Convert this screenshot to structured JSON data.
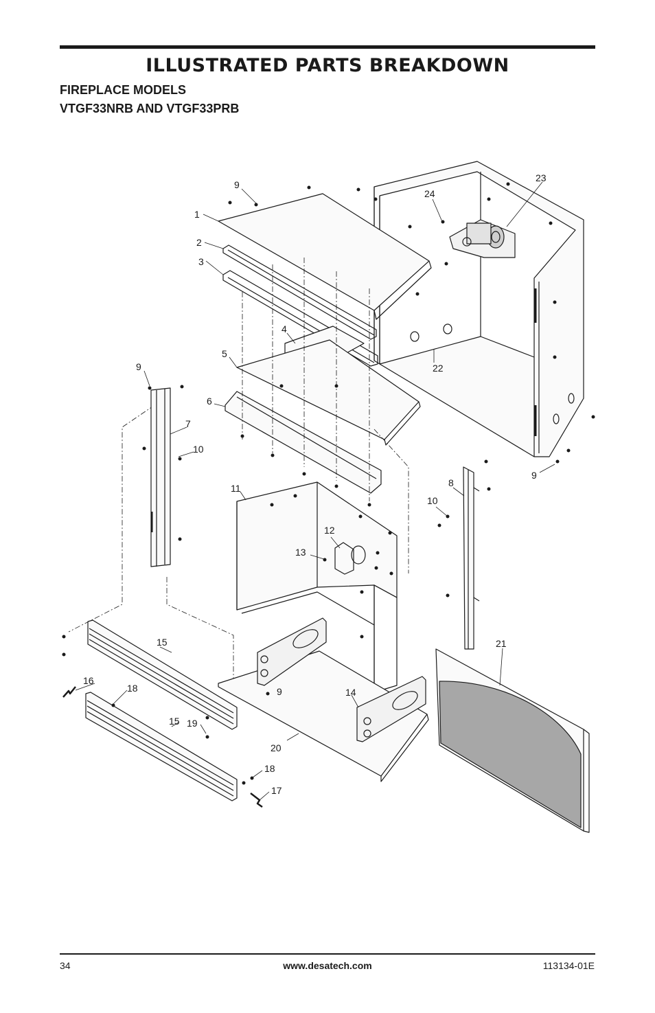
{
  "header": {
    "title": "ILLUSTRATED PARTS BREAKDOWN",
    "subtitle_line1": "FIREPLACE MODELS",
    "subtitle_line2": "VTGF33NRB AND VTGF33PRB"
  },
  "callouts": [
    "1",
    "2",
    "3",
    "4",
    "5",
    "6",
    "7",
    "8",
    "9",
    "9",
    "9",
    "9",
    "10",
    "10",
    "11",
    "12",
    "13",
    "14",
    "15",
    "15",
    "16",
    "17",
    "18",
    "18",
    "19",
    "20",
    "21",
    "22",
    "23",
    "24"
  ],
  "footer": {
    "page_number": "34",
    "website": "www.desatech.com",
    "document_number": "113134-01E"
  }
}
